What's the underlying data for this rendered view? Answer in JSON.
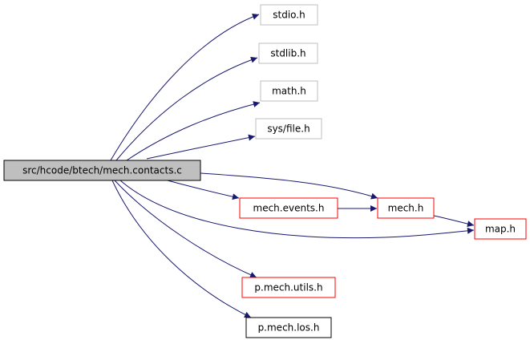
{
  "graph": {
    "root": {
      "label": "src/hcode/btech/mech.contacts.c"
    },
    "nodes": {
      "stdio": {
        "label": "stdio.h"
      },
      "stdlib": {
        "label": "stdlib.h"
      },
      "math": {
        "label": "math.h"
      },
      "sysfile": {
        "label": "sys/file.h"
      },
      "events": {
        "label": "mech.events.h"
      },
      "mech": {
        "label": "mech.h"
      },
      "map": {
        "label": "map.h"
      },
      "utils": {
        "label": "p.mech.utils.h"
      },
      "los": {
        "label": "p.mech.los.h"
      }
    },
    "colors": {
      "edge": "#191970",
      "root_fill": "#bfbfbf",
      "external_border": "#bfbfbf",
      "linked_border": "#ff0000",
      "plain_border": "#000000"
    }
  }
}
